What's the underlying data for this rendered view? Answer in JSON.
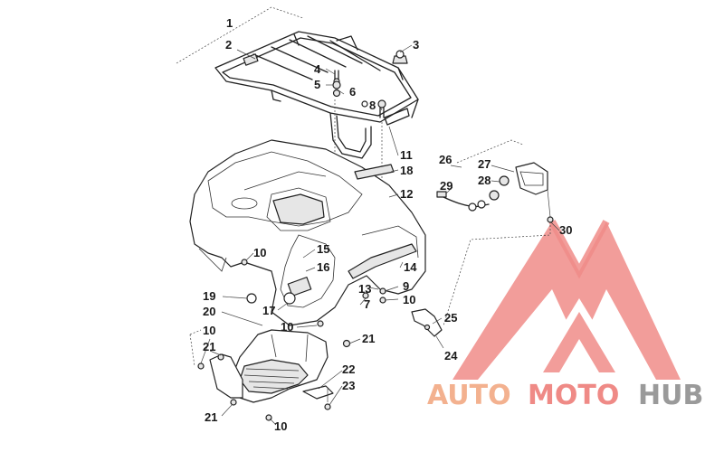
{
  "callouts": [
    {
      "id": "c1",
      "text": "1"
    },
    {
      "id": "c2",
      "text": "2"
    },
    {
      "id": "c3",
      "text": "3"
    },
    {
      "id": "c4",
      "text": "4"
    },
    {
      "id": "c5",
      "text": "5"
    },
    {
      "id": "c6",
      "text": "6"
    },
    {
      "id": "c8",
      "text": "8"
    },
    {
      "id": "c11",
      "text": "11"
    },
    {
      "id": "c18",
      "text": "18"
    },
    {
      "id": "c12",
      "text": "12"
    },
    {
      "id": "c26",
      "text": "26"
    },
    {
      "id": "c27",
      "text": "27"
    },
    {
      "id": "c28",
      "text": "28"
    },
    {
      "id": "c29",
      "text": "29"
    },
    {
      "id": "c30",
      "text": "30"
    },
    {
      "id": "c10a",
      "text": "10"
    },
    {
      "id": "c15",
      "text": "15"
    },
    {
      "id": "c16",
      "text": "16"
    },
    {
      "id": "c14",
      "text": "14"
    },
    {
      "id": "c9",
      "text": "9"
    },
    {
      "id": "c13",
      "text": "13"
    },
    {
      "id": "c10b",
      "text": "10"
    },
    {
      "id": "c7",
      "text": "7"
    },
    {
      "id": "c19",
      "text": "19"
    },
    {
      "id": "c17",
      "text": "17"
    },
    {
      "id": "c20",
      "text": "20"
    },
    {
      "id": "c10c",
      "text": "10"
    },
    {
      "id": "c25",
      "text": "25"
    },
    {
      "id": "c10d",
      "text": "10"
    },
    {
      "id": "c21a",
      "text": "21"
    },
    {
      "id": "c21b",
      "text": "21"
    },
    {
      "id": "c24",
      "text": "24"
    },
    {
      "id": "c22",
      "text": "22"
    },
    {
      "id": "c23",
      "text": "23"
    },
    {
      "id": "c21c",
      "text": "21"
    },
    {
      "id": "c10e",
      "text": "10"
    }
  ],
  "watermark": {
    "part1": "AUTO",
    "part2": "MOTO",
    "part3": "HUB",
    "colors": {
      "auto": "#f3b18f",
      "moto": "#ef8a86",
      "hub": "#9a9a9a",
      "logo": "#f08c88"
    }
  }
}
